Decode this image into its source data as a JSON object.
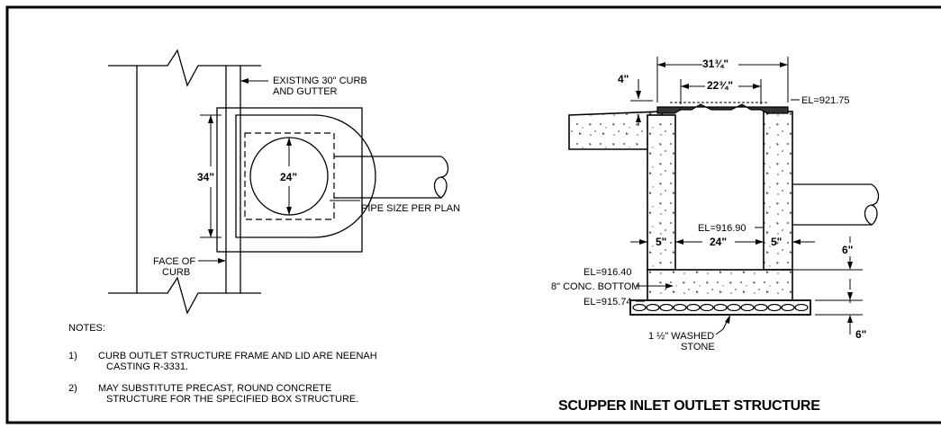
{
  "plan_view": {
    "curb_label_line1": "EXISTING 30\" CURB",
    "curb_label_line2": "AND GUTTER",
    "dim_height": "34\"",
    "dim_pipe": "24\"",
    "pipe_label": "PIPE SIZE PER PLAN",
    "face_label_line1": "FACE OF",
    "face_label_line2": "CURB"
  },
  "notes": {
    "heading": "NOTES:",
    "items": [
      {
        "num": "1)",
        "line1": "CURB OUTLET STRUCTURE FRAME AND LID ARE NEENAH",
        "line2": "CASTING R-3331."
      },
      {
        "num": "2)",
        "line1": "MAY SUBSTITUTE PRECAST, ROUND CONCRETE",
        "line2": "STRUCTURE FOR THE SPECIFIED BOX STRUCTURE."
      }
    ]
  },
  "section_view": {
    "dim_top_outer": "31¾\"",
    "dim_top_inner": "22¾\"",
    "dim_lip": "4\"",
    "el_top": "EL=921.75",
    "el_invert": "EL=916.90",
    "dim_wall_left": "5\"",
    "dim_inner": "24\"",
    "dim_wall_right": "5\"",
    "dim_slab": "6\"",
    "dim_stone": "6\"",
    "el_bottom_top": "EL=916.40",
    "bottom_label": "8\" CONC. BOTTOM",
    "el_stone": "EL=915.74",
    "stone_label_line1": "1 ½\" WASHED",
    "stone_label_line2": "STONE"
  },
  "title": "SCUPPER INLET OUTLET STRUCTURE"
}
